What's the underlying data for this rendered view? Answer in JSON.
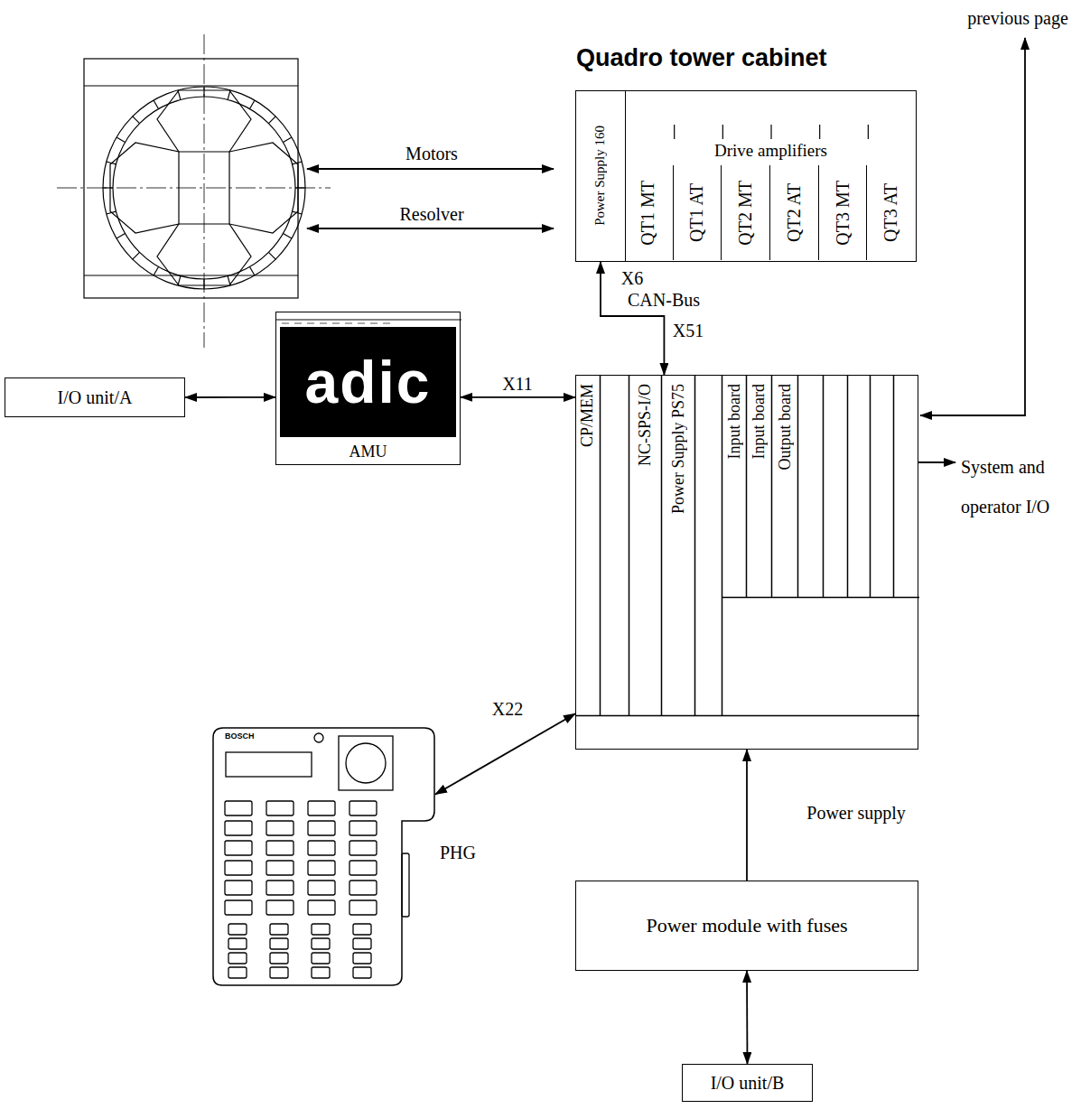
{
  "diagram": {
    "nodes": [
      {
        "text": [
          "Quadro tower cabinet"
        ]
      },
      {
        "text": [
          "Power Supply 160"
        ],
        "in": 0
      },
      {
        "text": [
          "Drive amplifiers"
        ],
        "in": 0
      },
      {
        "text": [
          "QT1 MT"
        ],
        "in": 2
      },
      {
        "text": [
          "QT1 AT"
        ],
        "in": 2
      },
      {
        "text": [
          "QT2 MT"
        ],
        "in": 2
      },
      {
        "text": [
          "QT2 AT"
        ],
        "in": 2
      },
      {
        "text": [
          "QT3 MT"
        ],
        "in": 2
      },
      {
        "text": [
          "QT3 AT"
        ],
        "in": 2
      },
      {
        "text": [
          "I/O unit/A"
        ]
      },
      {
        "text": [
          "adic",
          "AMU"
        ]
      },
      {
        "text": []
      },
      {
        "text": [
          "CP/MEM"
        ],
        "in": 11
      },
      {
        "text": [
          "NC-SPS-I/O"
        ],
        "in": 11
      },
      {
        "text": [
          "Power Supply PS75"
        ],
        "in": 11
      },
      {
        "text": [
          "Input board"
        ],
        "in": 11
      },
      {
        "text": [
          "Input board"
        ],
        "in": 11
      },
      {
        "text": [
          "Output board"
        ],
        "in": 11
      },
      {
        "text": [
          "BOSCH",
          "PHG"
        ]
      },
      {
        "text": [
          "Power module with fuses"
        ]
      },
      {
        "text": [
          "I/O unit/B"
        ]
      }
    ],
    "edges": [
      {
        "from": 9,
        "to": 10,
        "arrow": "both"
      },
      {
        "from": 10,
        "to": 11,
        "label": "X11",
        "arrow": "both"
      },
      {
        "from": 0,
        "to": 11,
        "label": "CAN-Bus",
        "arrow": "both"
      },
      {
        "from": 11,
        "to": 18,
        "label": "X22",
        "arrow": "both"
      },
      {
        "from": 19,
        "to": 11,
        "label": "Power supply",
        "arrow": "to"
      },
      {
        "from": 19,
        "to": 20,
        "arrow": "both"
      }
    ],
    "labels": [
      "previous page",
      "Motors",
      "Resolver",
      "X6",
      "X51",
      "System and operator I/O"
    ]
  }
}
